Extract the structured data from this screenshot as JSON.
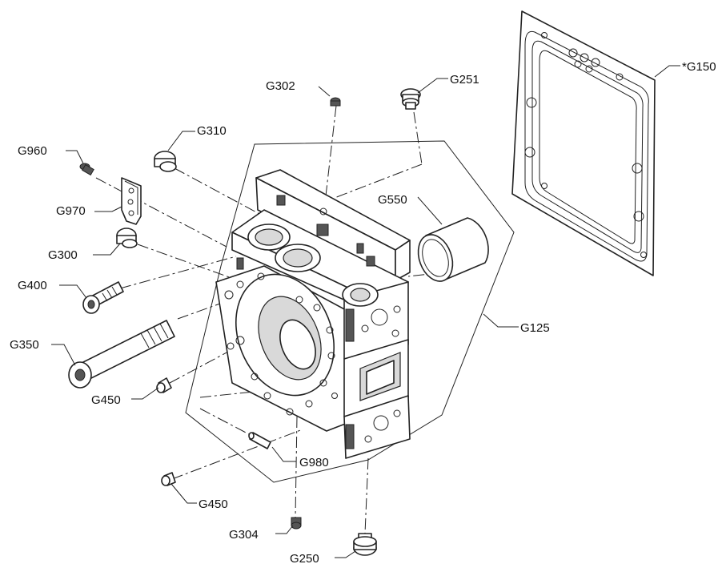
{
  "labels": {
    "g150": "*G150",
    "g251": "G251",
    "g302": "G302",
    "g310": "G310",
    "g960": "G960",
    "g970": "G970",
    "g550": "G550",
    "g300": "G300",
    "g400": "G400",
    "g125": "G125",
    "g350": "G350",
    "g450_upper": "G450",
    "g980": "G980",
    "g450_lower": "G450",
    "g304": "G304",
    "g250": "G250"
  }
}
